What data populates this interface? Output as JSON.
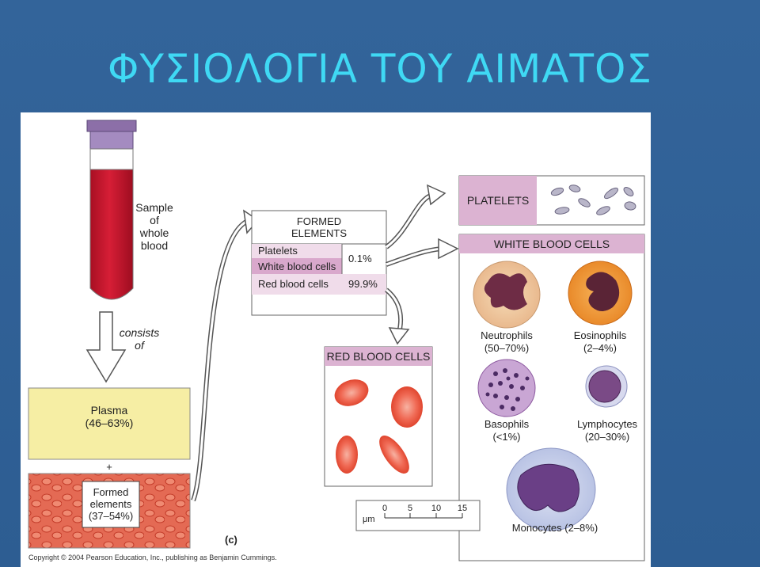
{
  "slide_title": "ΦΥΣΙΟΛΟΓΙΑ ΤΟΥ ΑΙΜΑΤΟΣ",
  "figure": {
    "sample_label": [
      "Sample",
      "of",
      "whole",
      "blood"
    ],
    "consists_label": [
      "consists",
      "of"
    ],
    "plasma": {
      "name": "Plasma",
      "percent": "(46–63%)"
    },
    "plus": "+",
    "formed_bottom": [
      "Formed",
      "elements",
      "(37–54%)"
    ],
    "formed_table": {
      "header": [
        "FORMED",
        "ELEMENTS"
      ],
      "rows": [
        {
          "label": "Platelets"
        },
        {
          "label": "White blood cells",
          "value": "0.1%"
        },
        {
          "label": "Red blood cells",
          "value": "99.9%"
        }
      ]
    },
    "platelets_header": "PLATELETS",
    "wbc_header": "WHITE BLOOD CELLS",
    "rbc_header": "RED BLOOD CELLS",
    "wbc_types": [
      {
        "name": "Neutrophils",
        "pct": "(50–70%)"
      },
      {
        "name": "Eosinophils",
        "pct": "(2–4%)"
      },
      {
        "name": "Basophils",
        "pct": "(<1%)"
      },
      {
        "name": "Lymphocytes",
        "pct": "(20–30%)"
      },
      {
        "name": "Monocytes (2–8%)"
      }
    ],
    "scale": {
      "unit": "μm",
      "ticks": [
        "0",
        "5",
        "10",
        "15"
      ]
    },
    "panel_label": "(c)",
    "copyright": "Copyright © 2004 Pearson Education, Inc., publishing as Benjamin Cummings."
  },
  "colors": {
    "background": "#31608f",
    "title": "#3fd9f4",
    "plasma": "#f6eea4",
    "header_pink": "#dcb3d2",
    "blood_red": "#c8102e",
    "tube_cap": "#8c6fa8"
  }
}
